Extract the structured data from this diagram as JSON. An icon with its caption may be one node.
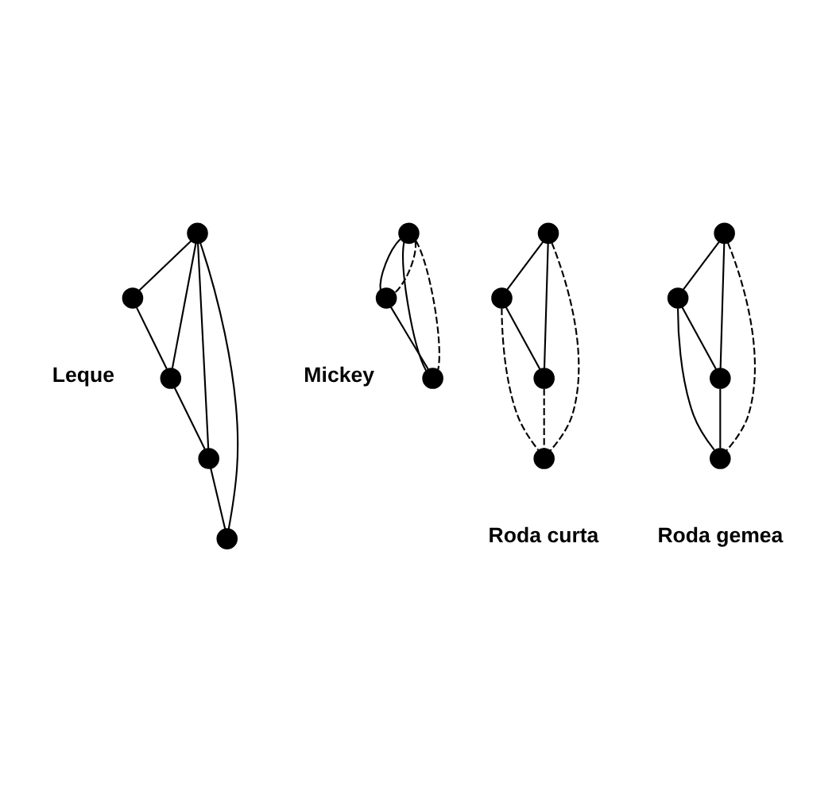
{
  "diagram": {
    "nodes": [
      {
        "text": [],
        "shape": "circle"
      },
      {
        "text": [],
        "shape": "circle"
      },
      {
        "text": [],
        "shape": "circle"
      },
      {
        "text": [],
        "shape": "circle"
      },
      {
        "text": [],
        "shape": "circle"
      },
      {
        "text": [],
        "shape": "circle"
      },
      {
        "text": [],
        "shape": "circle"
      },
      {
        "text": [],
        "shape": "circle"
      },
      {
        "text": [],
        "shape": "circle"
      },
      {
        "text": [],
        "shape": "circle"
      },
      {
        "text": [],
        "shape": "circle"
      },
      {
        "text": [],
        "shape": "circle"
      },
      {
        "text": [],
        "shape": "circle"
      },
      {
        "text": [],
        "shape": "circle"
      },
      {
        "text": [],
        "shape": "circle"
      },
      {
        "text": [],
        "shape": "circle"
      }
    ],
    "edges": [
      {
        "from": 0,
        "to": 1,
        "arrow": "none"
      },
      {
        "from": 0,
        "to": 2,
        "arrow": "none"
      },
      {
        "from": 0,
        "to": 3,
        "arrow": "none"
      },
      {
        "from": 0,
        "to": 4,
        "arrow": "none"
      },
      {
        "from": 1,
        "to": 2,
        "arrow": "none"
      },
      {
        "from": 2,
        "to": 3,
        "arrow": "none"
      },
      {
        "from": 3,
        "to": 4,
        "arrow": "none"
      },
      {
        "from": 5,
        "to": 6,
        "arrow": "none"
      },
      {
        "from": 5,
        "to": 7,
        "arrow": "none"
      },
      {
        "from": 6,
        "to": 7,
        "arrow": "none"
      },
      {
        "from": 5,
        "to": 6,
        "arrow": "none",
        "style": "dashed"
      },
      {
        "from": 5,
        "to": 7,
        "arrow": "none",
        "style": "dashed"
      },
      {
        "from": 8,
        "to": 9,
        "arrow": "none"
      },
      {
        "from": 8,
        "to": 10,
        "arrow": "none"
      },
      {
        "from": 9,
        "to": 10,
        "arrow": "none"
      },
      {
        "from": 10,
        "to": 11,
        "arrow": "none",
        "style": "dashed"
      },
      {
        "from": 8,
        "to": 11,
        "arrow": "none",
        "style": "dashed"
      },
      {
        "from": 9,
        "to": 11,
        "arrow": "none",
        "style": "dashed"
      },
      {
        "from": 12,
        "to": 13,
        "arrow": "none"
      },
      {
        "from": 12,
        "to": 14,
        "arrow": "none"
      },
      {
        "from": 13,
        "to": 14,
        "arrow": "none"
      },
      {
        "from": 13,
        "to": 15,
        "arrow": "none"
      },
      {
        "from": 14,
        "to": 15,
        "arrow": "none"
      },
      {
        "from": 12,
        "to": 15,
        "arrow": "none",
        "style": "dashed"
      }
    ],
    "labels": [
      "Leque",
      "Mickey",
      "Roda curta",
      "Roda gemea"
    ]
  }
}
